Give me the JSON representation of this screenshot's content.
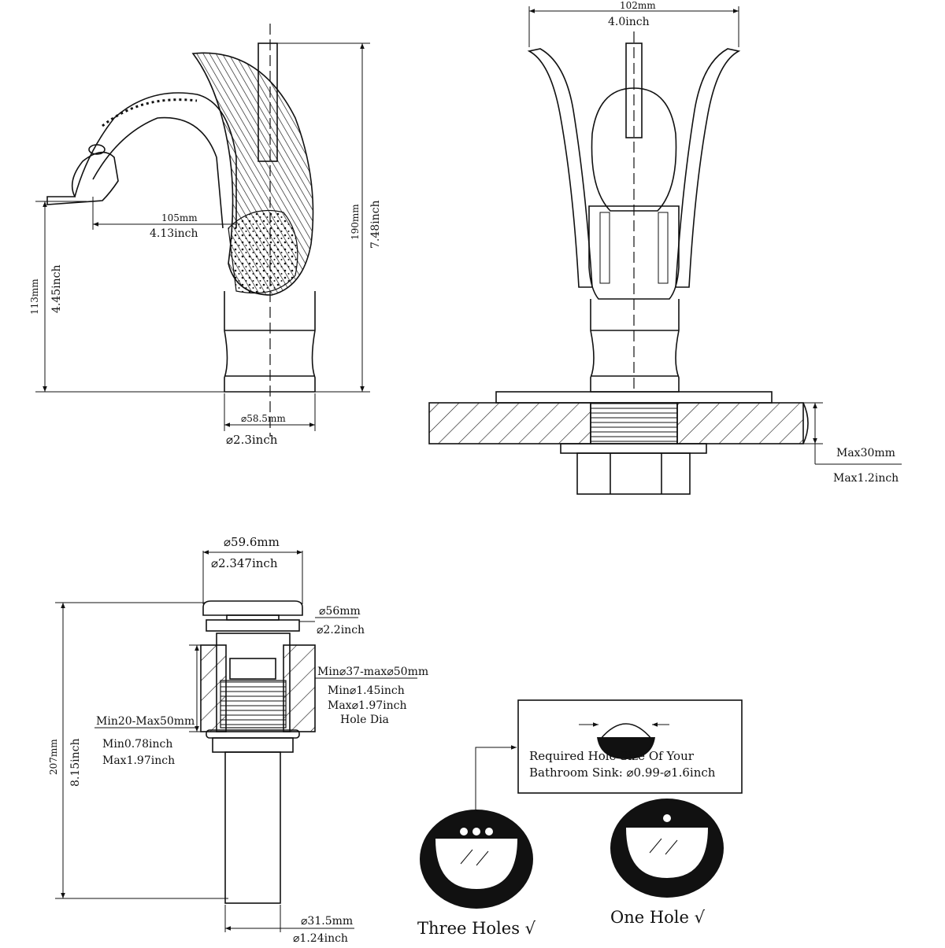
{
  "side_view": {
    "spout_reach_mm": "105mm",
    "spout_reach_in": "4.13inch",
    "spout_height_mm": "113mm",
    "spout_height_in": "4.45inch",
    "total_height_mm": "190mm",
    "total_height_in": "7.48inch",
    "base_dia_mm": "⌀58.5mm",
    "base_dia_in": "⌀2.3inch"
  },
  "front_view": {
    "width_mm": "102mm",
    "width_in": "4.0inch",
    "deck_max_mm": "Max30mm",
    "deck_max_in": "Max1.2inch"
  },
  "drain": {
    "cap_dia_mm": "⌀59.6mm",
    "cap_dia_in": "⌀2.347inch",
    "flange_dia_mm": "⌀56mm",
    "flange_dia_in": "⌀2.2inch",
    "hole_mm": "Min⌀37-max⌀50mm",
    "hole_min_in": "Min⌀1.45inch",
    "hole_max_in": "Max⌀1.97inch",
    "hole_label": "Hole Dia",
    "thickness_mm": "Min20-Max50mm",
    "thickness_min_in": "Min0.78inch",
    "thickness_max_in": "Max1.97inch",
    "length_mm": "207mm",
    "length_in": "8.15inch",
    "tail_dia_mm": "⌀31.5mm",
    "tail_dia_in": "⌀1.24inch"
  },
  "sink_note": {
    "line1": "Required Hole Size Of Your",
    "line2": "Bathroom Sink: ⌀0.99-⌀1.6inch"
  },
  "sinks": {
    "three_holes": "Three Holes √",
    "one_hole": "One Hole  √"
  }
}
